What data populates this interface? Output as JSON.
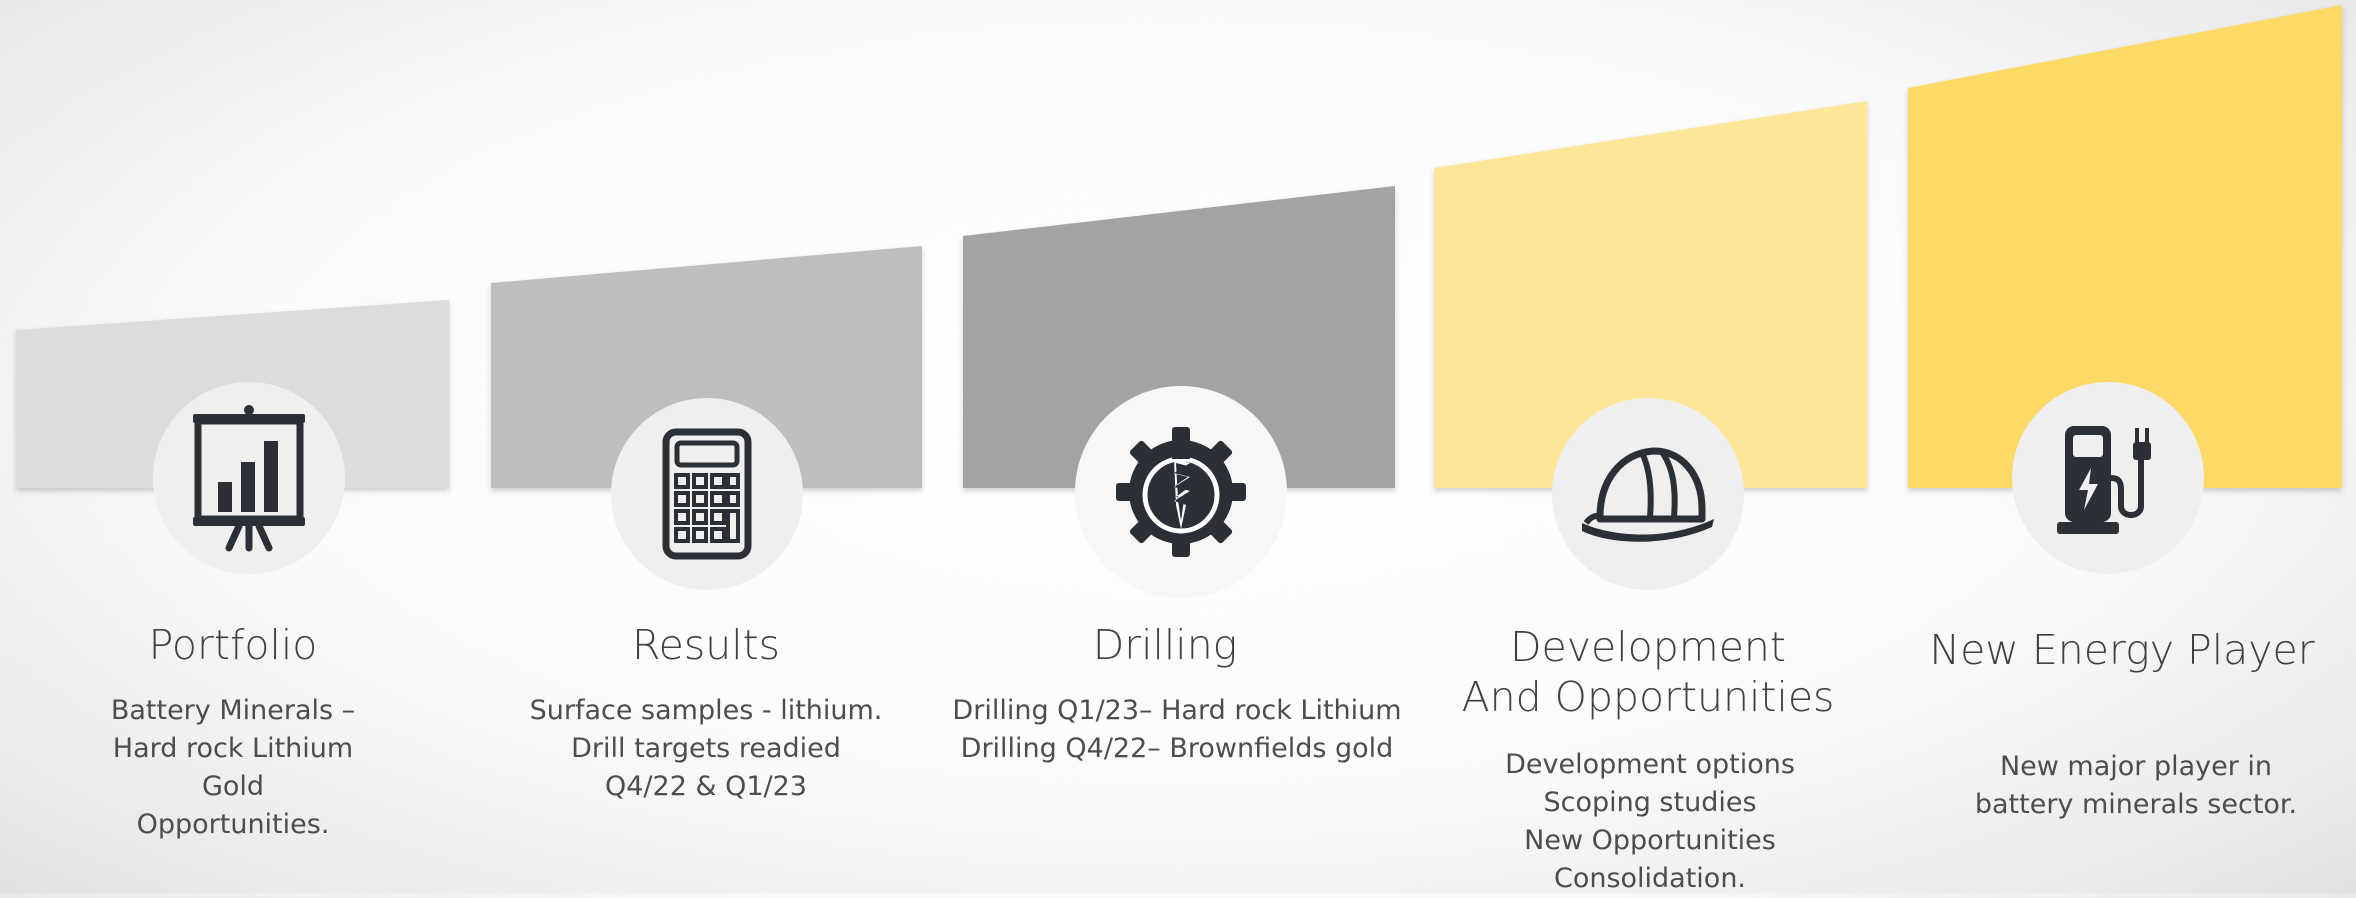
{
  "steps": [
    {
      "id": "portfolio",
      "title": "Portfolio",
      "lines": [
        "Battery Minerals –",
        "Hard rock Lithium",
        "Gold",
        "Opportunities."
      ],
      "icon": "presentation-chart-icon",
      "color": "#dcdcdc"
    },
    {
      "id": "results",
      "title": "Results",
      "lines": [
        "Surface samples - lithium.",
        "Drill targets readied",
        "Q4/22 & Q1/23"
      ],
      "icon": "calculator-icon",
      "color": "#bebebe"
    },
    {
      "id": "drilling",
      "title": "Drilling",
      "lines": [
        "Drilling Q1/23– Hard rock Lithium",
        "Drilling Q4/22– Brownfields gold"
      ],
      "icon": "drill-gear-icon",
      "color": "#a3a3a3"
    },
    {
      "id": "development",
      "title_lines": [
        "Development",
        "And Opportunities"
      ],
      "lines": [
        "Development options",
        "Scoping studies",
        "New Opportunities",
        "Consolidation."
      ],
      "icon": "hard-hat-icon",
      "color": "#fee698"
    },
    {
      "id": "new-energy",
      "title": "New Energy Player",
      "lines": [
        "New major player in",
        "battery minerals sector."
      ],
      "icon": "ev-charger-icon",
      "color": "#fdd966"
    }
  ],
  "icon_color": "#2b2f36"
}
